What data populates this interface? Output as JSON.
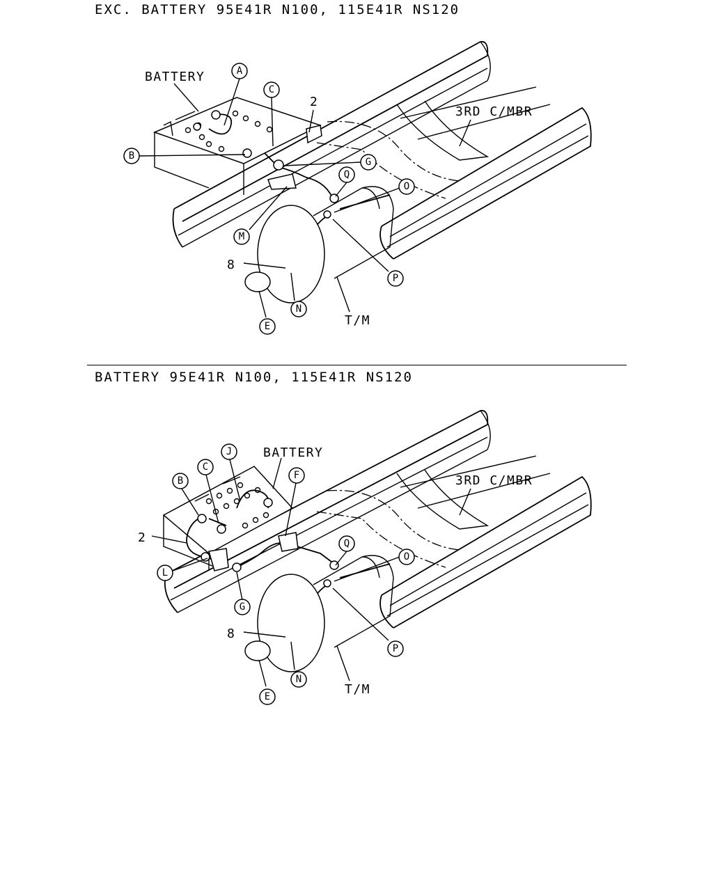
{
  "sections": [
    {
      "heading": "EXC. BATTERY 95E41R N100, 115E41R NS120",
      "labels": {
        "battery": "BATTERY",
        "crossmember": "3RD C/MBR",
        "transmission": "T/M",
        "part_2": "2",
        "part_8": "8"
      },
      "callouts": [
        "A",
        "B",
        "C",
        "G",
        "Q",
        "O",
        "M",
        "P",
        "N",
        "E"
      ]
    },
    {
      "heading": "BATTERY 95E41R N100, 115E41R NS120",
      "labels": {
        "battery": "BATTERY",
        "crossmember": "3RD C/MBR",
        "transmission": "T/M",
        "part_2": "2",
        "part_8": "8"
      },
      "callouts": [
        "J",
        "B",
        "C",
        "F",
        "Q",
        "O",
        "L",
        "G",
        "P",
        "N",
        "E"
      ]
    }
  ]
}
